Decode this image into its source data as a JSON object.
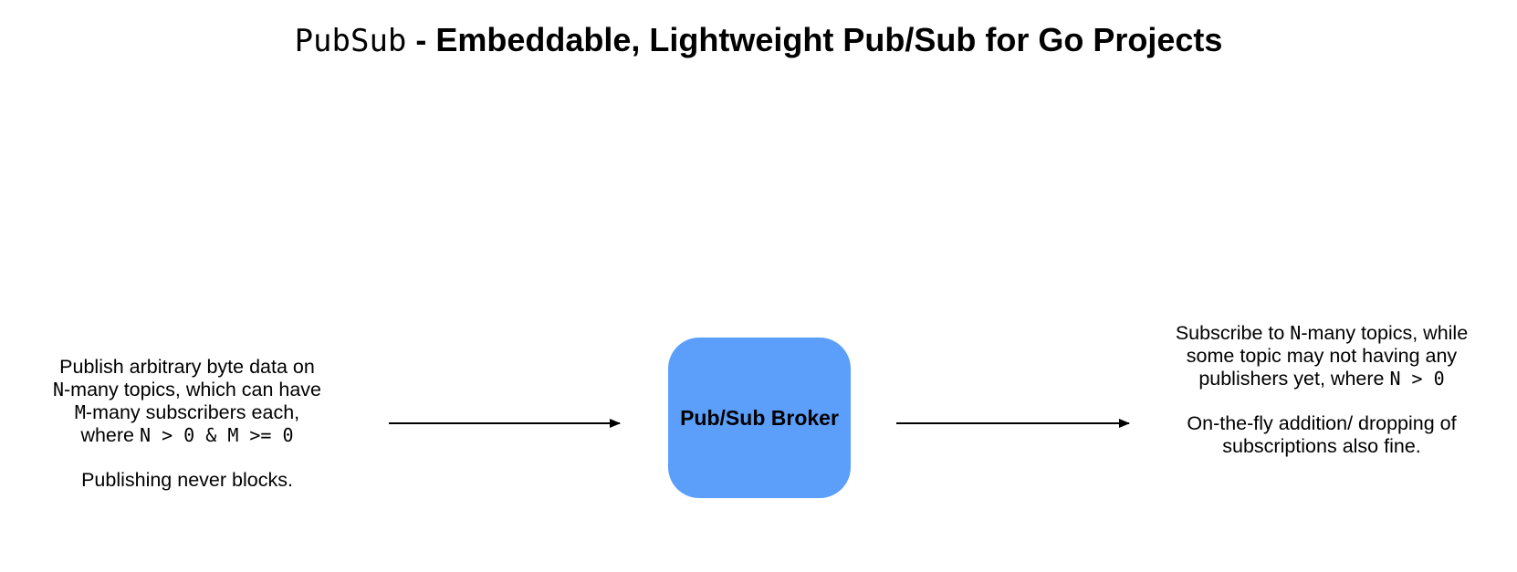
{
  "title": {
    "code": "PubSub",
    "text": " - Embeddable, Lightweight Pub/Sub for Go Projects"
  },
  "publisher": {
    "line1": "Publish arbitrary byte data on",
    "line2_code": "N",
    "line2_text": "-many topics, which can have",
    "line3_code": "M",
    "line3_text": "-many subscribers each,",
    "line4_text": "where ",
    "line4_code": "N > 0 & M >= 0",
    "note": "Publishing never blocks."
  },
  "broker": {
    "label": "Pub/Sub Broker",
    "color": "#5b9ffb"
  },
  "subscriber": {
    "line1_text": "Subscribe to ",
    "line1_code": "N",
    "line1_rest": "-many topics, while",
    "line2": "some topic may not having any",
    "line3_text": "publishers yet, where ",
    "line3_code": "N > 0",
    "note_line1": "On-the-fly addition/ dropping of",
    "note_line2": "subscriptions also fine."
  }
}
